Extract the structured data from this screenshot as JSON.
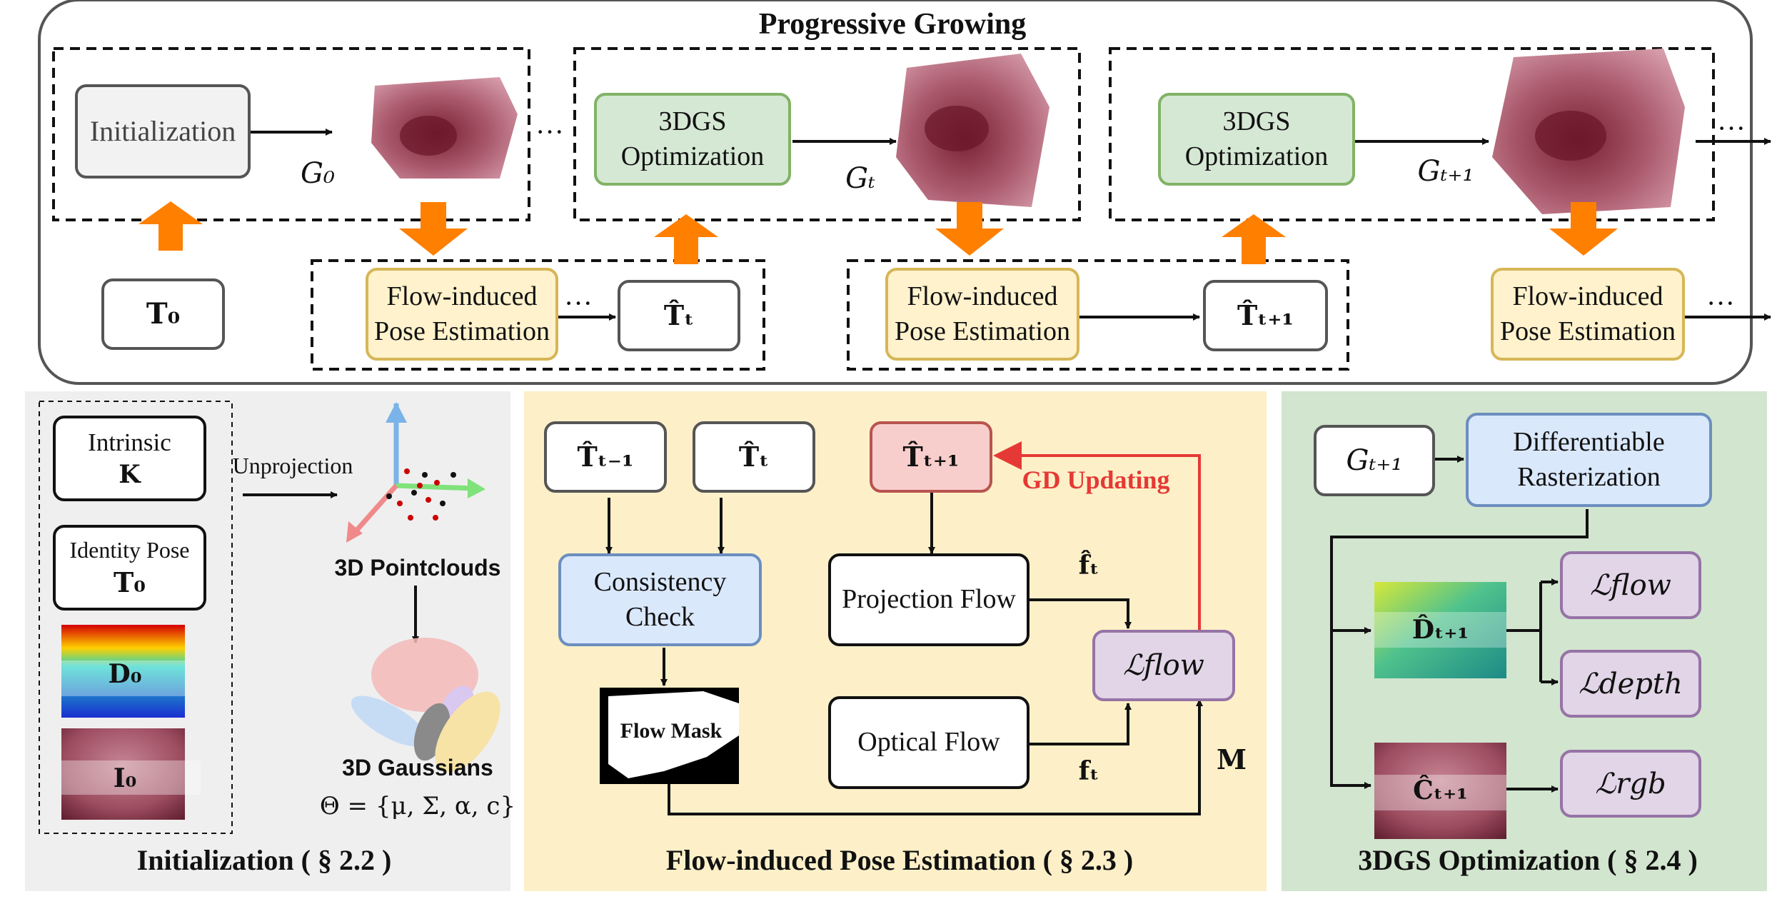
{
  "top": {
    "title": "Progressive Growing",
    "init_box": "Initialization",
    "g0": "G₀",
    "gt": "Gₜ",
    "gt1": "Gₜ₊₁",
    "opt1_line1": "3DGS",
    "opt1_line2": "Optimization",
    "opt2_line1": "3DGS",
    "opt2_line2": "Optimization",
    "t0": "T₀",
    "that_t": "T̂ₜ",
    "that_t1": "T̂ₜ₊₁",
    "fpe_line1": "Flow-induced",
    "fpe_line2": "Pose Estimation",
    "ellipsis": "···"
  },
  "init_panel": {
    "intrinsic_line1": "Intrinsic",
    "intrinsic_line2": "K",
    "identity_line1": "Identity Pose",
    "identity_line2": "T₀",
    "d0": "D₀",
    "i0": "I₀",
    "unprojection": "Unprojection",
    "pointclouds": "3D Pointclouds",
    "gaussians": "3D Gaussians",
    "theta": "Θ = {μ, Σ, α, c}",
    "caption": "Initialization ( § 2.2 )"
  },
  "flow_panel": {
    "that_tm1": "T̂ₜ₋₁",
    "that_t": "T̂ₜ",
    "that_t1": "T̂ₜ₊₁",
    "consistency_line1": "Consistency",
    "consistency_line2": "Check",
    "projection_flow": "Projection Flow",
    "optical_flow": "Optical Flow",
    "flow_mask": "Flow Mask",
    "lflow": "ℒflow",
    "gd_updating": "GD Updating",
    "fhat_t": "f̂ₜ",
    "f_t": "fₜ",
    "m": "M",
    "caption": "Flow-induced Pose Estimation ( § 2.3 )"
  },
  "opt_panel": {
    "g_t1": "Gₜ₊₁",
    "raster_line1": "Differentiable",
    "raster_line2": "Rasterization",
    "d_hat": "D̂ₜ₊₁",
    "c_hat": "Ĉₜ₊₁",
    "l_flow": "ℒflow",
    "l_depth": "ℒdepth",
    "l_rgb": "ℒrgb",
    "caption": "3DGS Optimization ( § 2.4 )"
  },
  "colors": {
    "orange": "#ff7f00",
    "gd_red": "#e53935",
    "flow_panel_bg": "#fdf0c8",
    "opt_panel_bg": "#d2e5cf",
    "init_panel_bg": "#efefef"
  }
}
